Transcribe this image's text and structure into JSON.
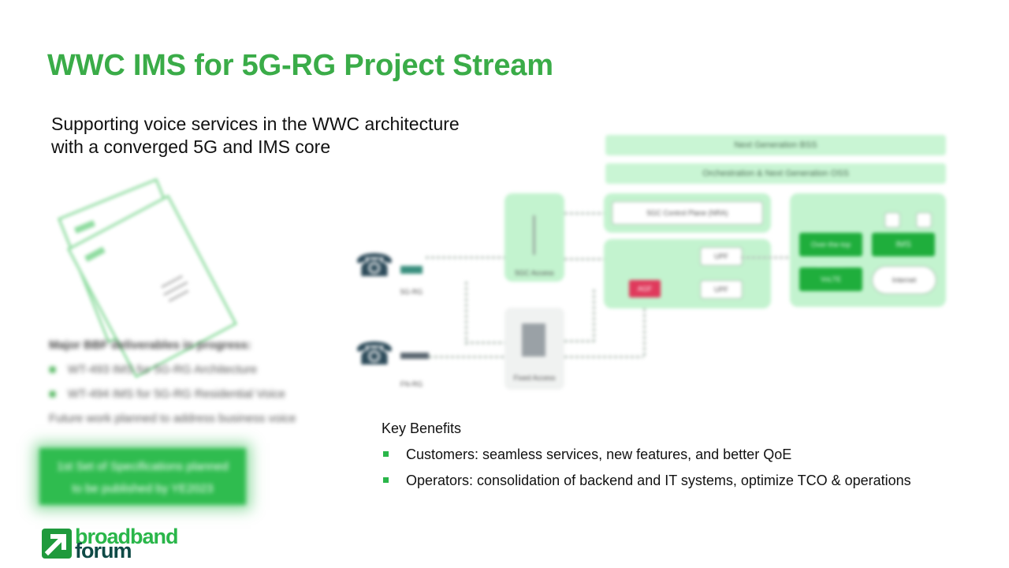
{
  "slide": {
    "title": "WWC IMS for 5G-RG Project Stream",
    "subtitle_line1": "Supporting voice services in the WWC architecture",
    "subtitle_line2": "with a converged 5G and IMS core"
  },
  "deliverables": {
    "heading": "Major BBF deliverables in progress:",
    "items": [
      "WT-493 IMS for 5G-RG Architecture",
      "WT-494 IMS for 5G-RG Residential Voice"
    ],
    "footer": "Future work planned to address business voice"
  },
  "callout": {
    "line1": "1st Set of Specifications planned",
    "line2": "to be published by YE2023"
  },
  "diagram": {
    "bar_top": "Next Generation BSS",
    "bar_second": "Orchestration & Next Generation OSS",
    "control_plane": "5GC Control Plane (NRA)",
    "upf1": "UPF",
    "upf2": "UPF",
    "agf": "AGF",
    "gnb_label": "5GC Access",
    "fixed_label": "Fixed Access",
    "rg1_label": "5G-RG",
    "rg2_label": "FN-RG",
    "ims_services": "Over-the-top Services",
    "ims": "IMS",
    "volte": "VoLTE",
    "internet": "Internet"
  },
  "benefits": {
    "heading": "Key Benefits",
    "items": [
      "Customers: seamless services, new features, and better QoE",
      "Operators: consolidation of backend and IT systems, optimize TCO & operations"
    ]
  },
  "logo": {
    "line1": "broadband",
    "line2": "forum"
  },
  "colors": {
    "brand_green": "#3aac48",
    "callout_green": "#2fbc4f",
    "agf_red": "#e03a5c"
  }
}
